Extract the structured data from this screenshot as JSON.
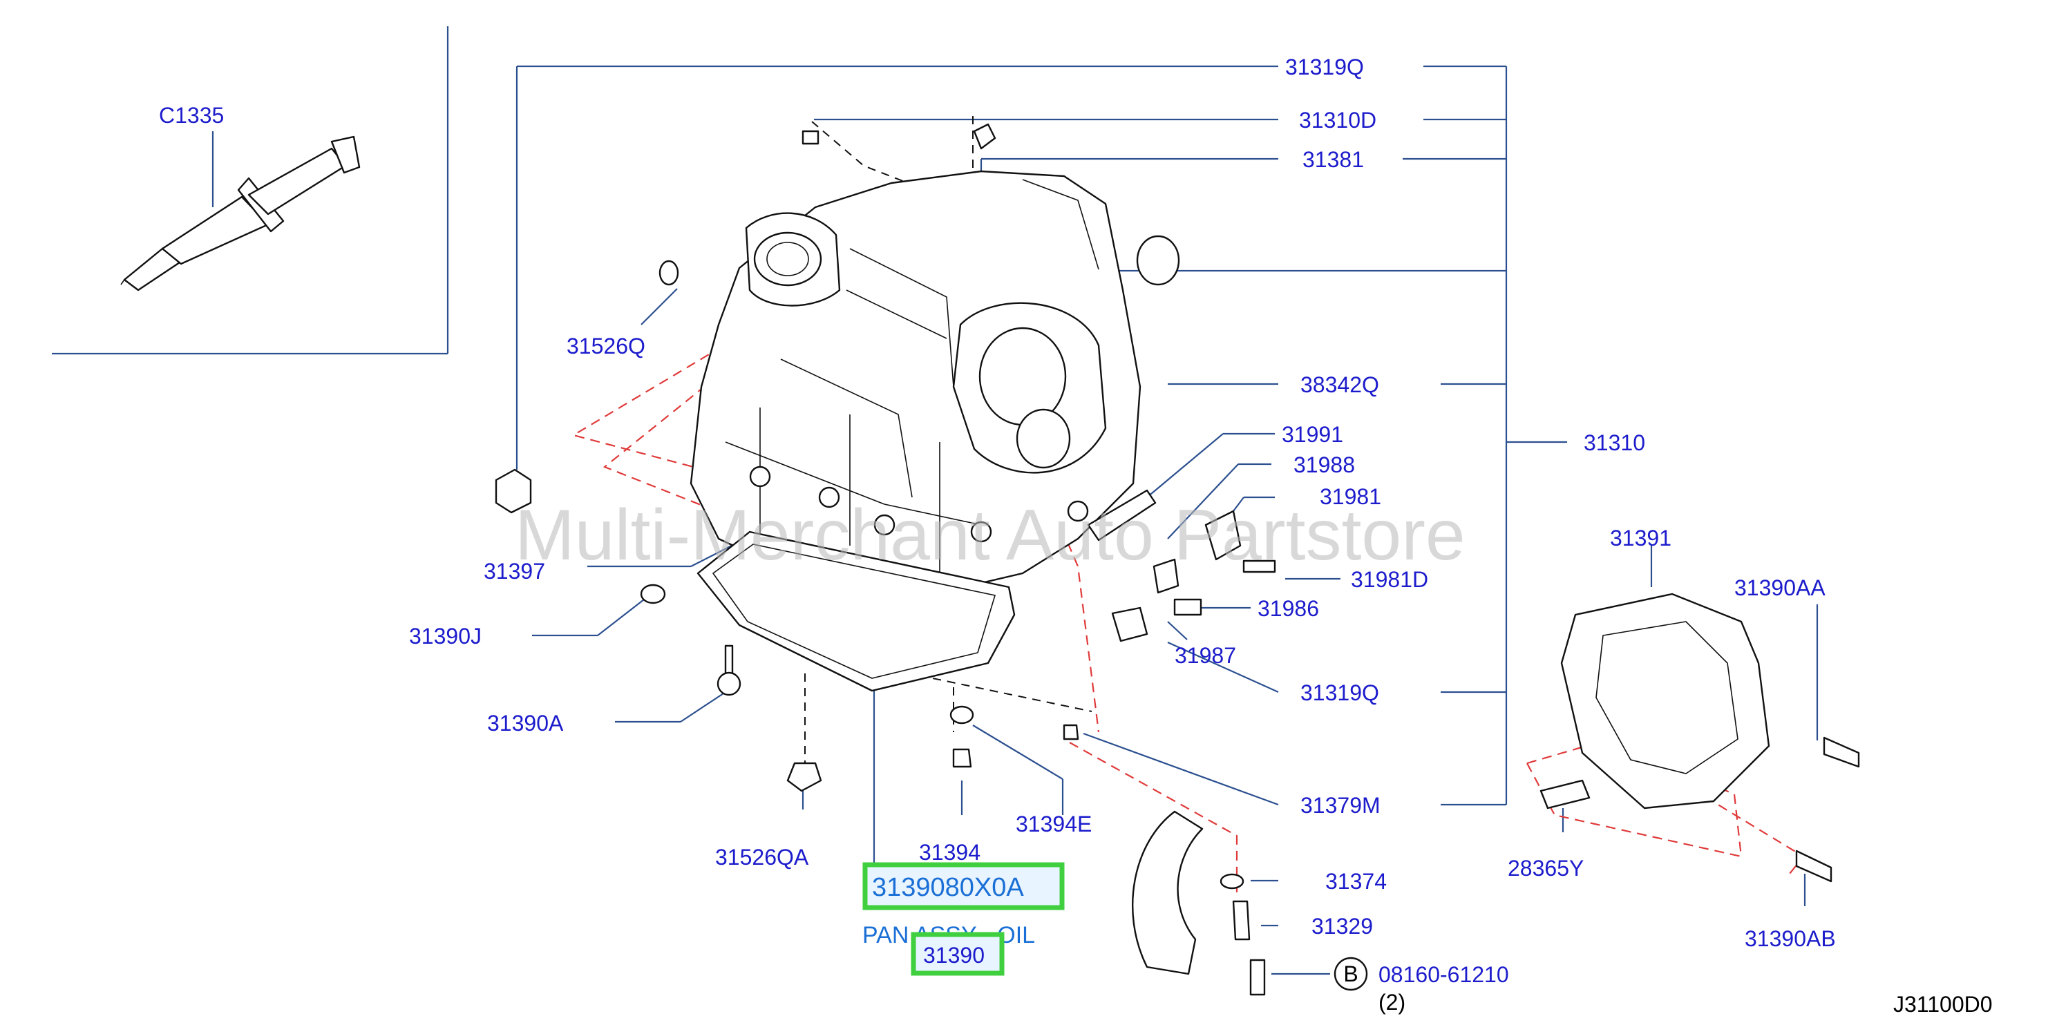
{
  "diagram": {
    "watermark": "Multi-Merchant Auto Partstore",
    "diagram_code": "J31100D0",
    "labels": {
      "c1335": "C1335",
      "p31319q_top": "31319Q",
      "p31310d": "31310D",
      "p31381": "31381",
      "p31526q": "31526Q",
      "p38342q": "38342Q",
      "p31310": "31310",
      "p31991": "31991",
      "p31988": "31988",
      "p31981": "31981",
      "p31981d": "31981D",
      "p31986": "31986",
      "p31987": "31987",
      "p31397": "31397",
      "p31390j": "31390J",
      "p31390a": "31390A",
      "p31319q_bot": "31319Q",
      "p31379m": "31379M",
      "p31526qa": "31526QA",
      "p31394": "31394",
      "p31394e": "31394E",
      "p31374": "31374",
      "p31329": "31329",
      "bolt_code": "08160-61210",
      "bolt_letter": "B",
      "bolt_qty": "(2)",
      "p31391": "31391",
      "p31390aa": "31390AA",
      "p28365y": "28365Y",
      "p31390ab": "31390AB"
    },
    "highlight": {
      "part_number": "3139080X0A",
      "description": "PAN ASSY - OIL",
      "ref": "31390"
    },
    "colors": {
      "label": "#1c1ccc",
      "highlight_border": "#3fcf3f",
      "highlight_text": "#1a6fd6",
      "leader": "#2b4f8f",
      "dash": "#e03a3a"
    }
  }
}
